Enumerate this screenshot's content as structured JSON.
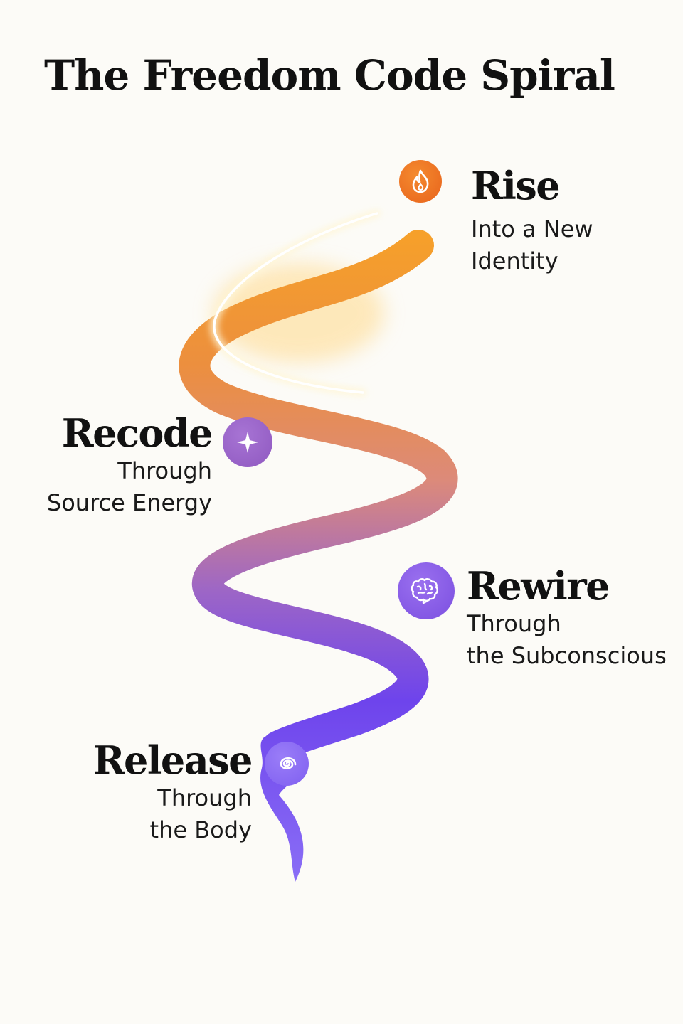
{
  "title": "The Freedom Code Spiral",
  "colors": {
    "background": "#fcfbf7",
    "orange": "#f4a12c",
    "coral": "#d98a78",
    "violet": "#7048e8",
    "lavender": "#8a6cf5"
  },
  "stages": [
    {
      "heading": "Rise",
      "line1": "Into a New",
      "line2": "Identity",
      "icon": "flame-icon",
      "color": "#ee7a22"
    },
    {
      "heading": "Recode",
      "line1": "Through",
      "line2": "Source Energy",
      "icon": "sparkle-icon",
      "color": "#9a62c8"
    },
    {
      "heading": "Rewire",
      "line1": "Through",
      "line2": "the Subconscious",
      "icon": "brain-icon",
      "color": "#8a5ae6"
    },
    {
      "heading": "Release",
      "line1": "Through",
      "line2": "the Body",
      "icon": "swirl-icon",
      "color": "#8a6cf5"
    }
  ]
}
